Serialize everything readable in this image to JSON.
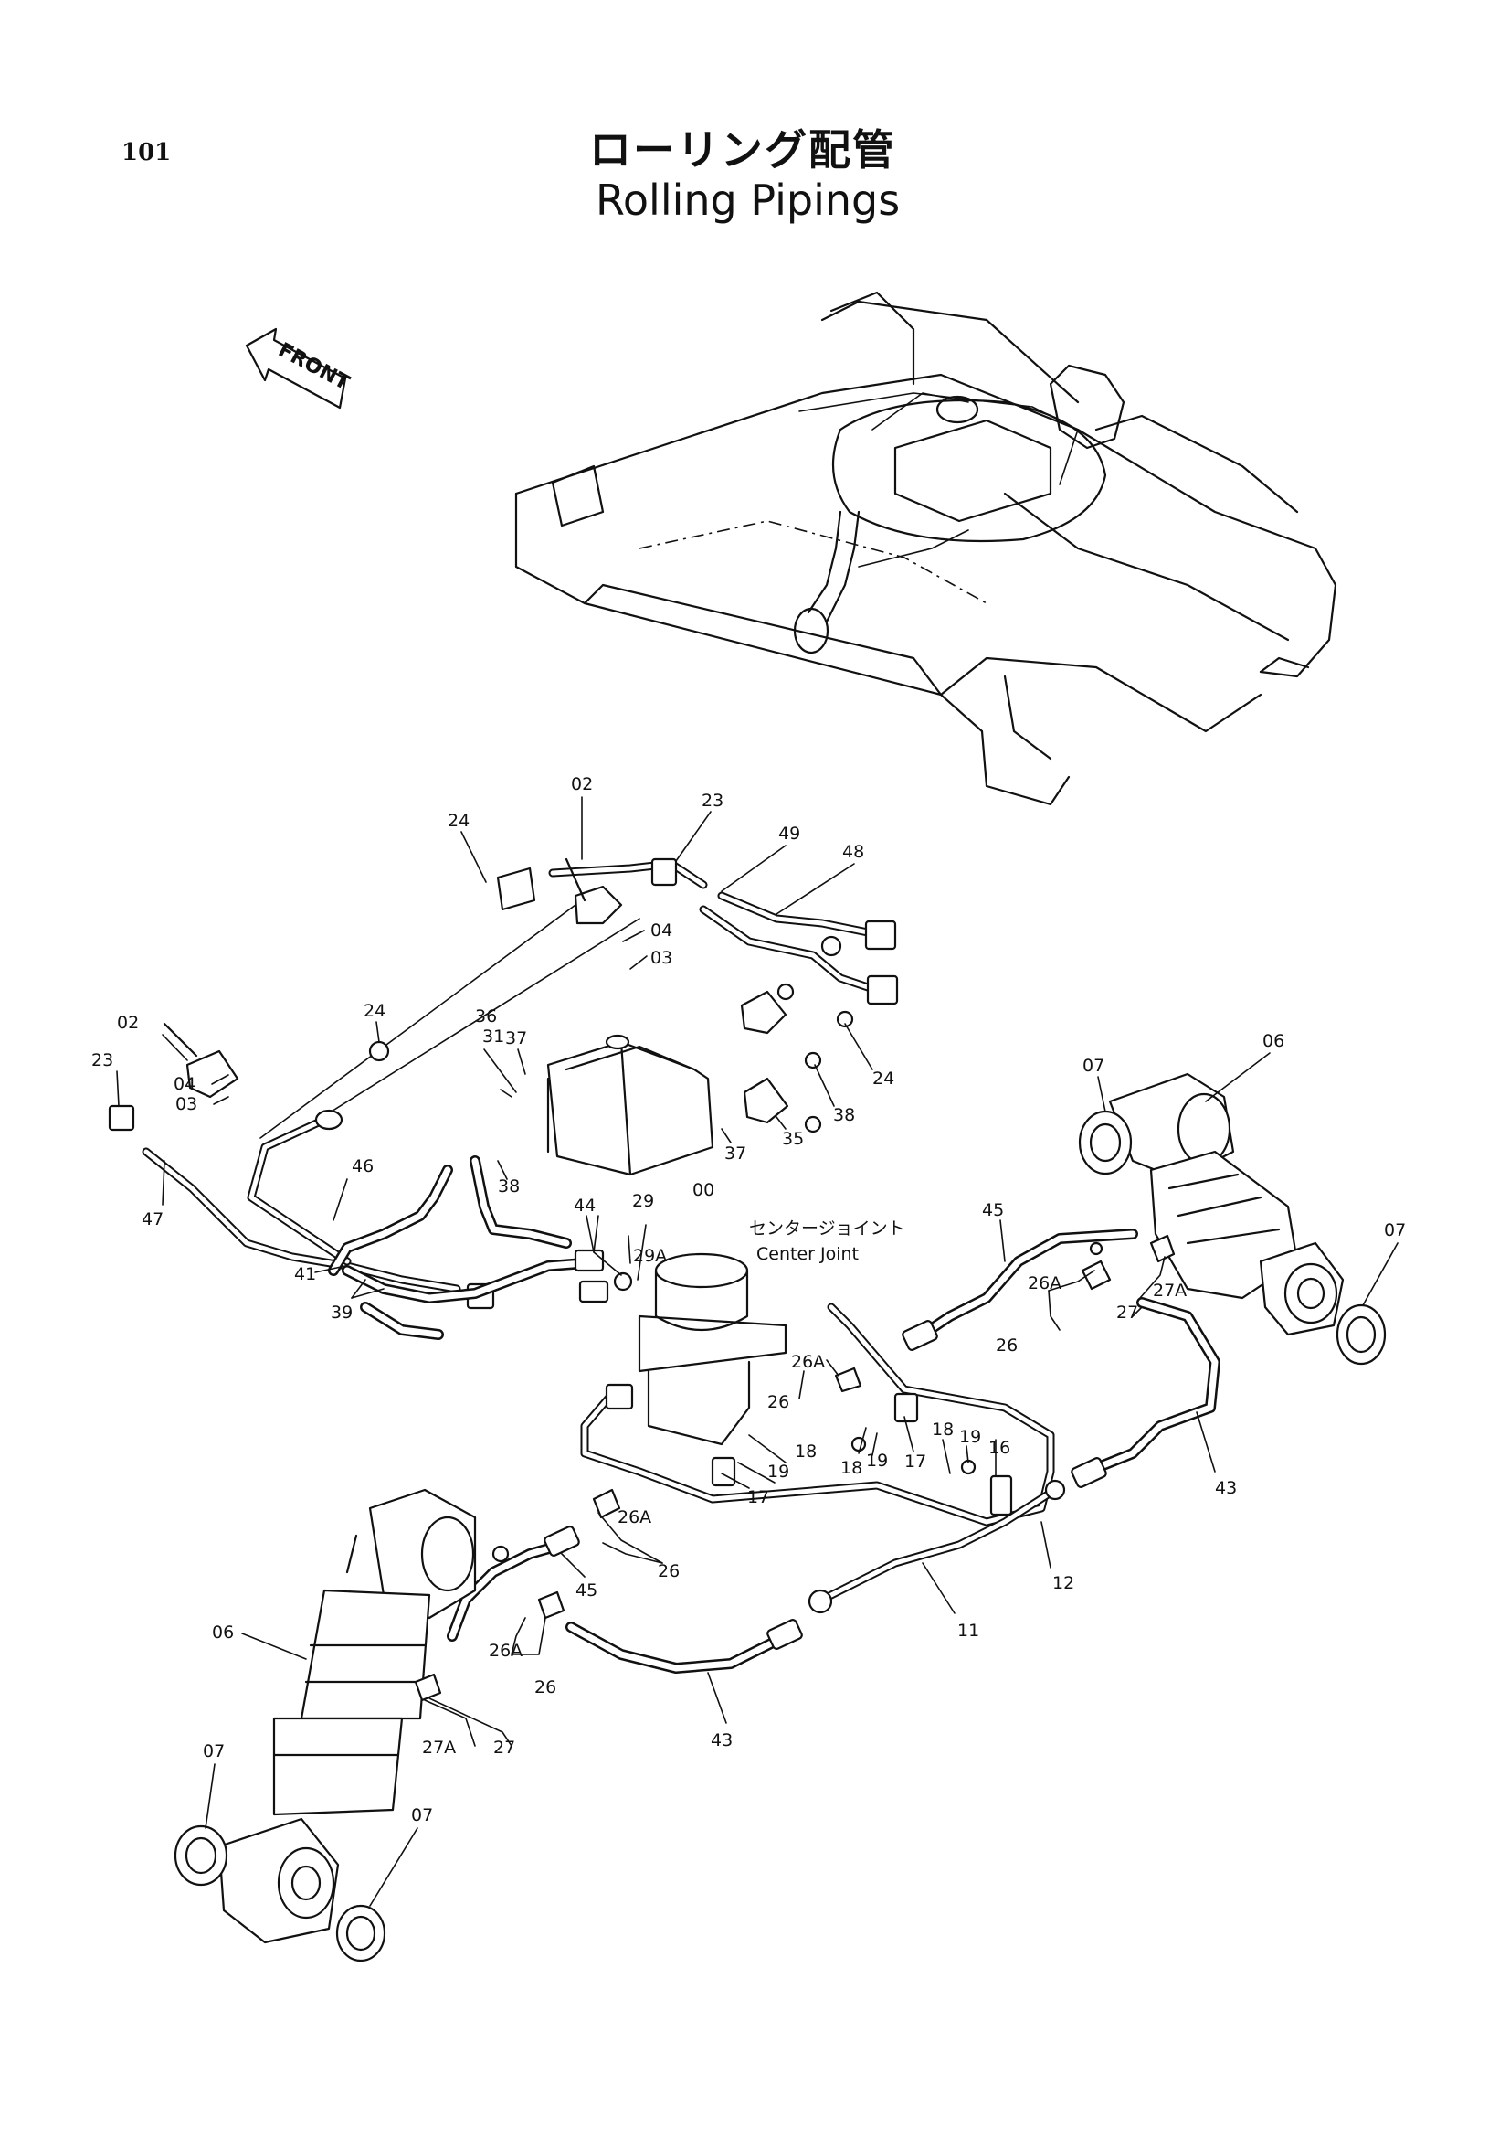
{
  "page": {
    "number": "101"
  },
  "title": {
    "japanese": "ローリング配管",
    "english": "Rolling Pipings"
  },
  "front_marker": {
    "label": "FRONT"
  },
  "center_joint": {
    "japanese": "センタージョイント",
    "english": "Center Joint"
  },
  "callouts": [
    {
      "id": "c-02-a",
      "label": "02"
    },
    {
      "id": "c-24-a",
      "label": "24"
    },
    {
      "id": "c-23-a",
      "label": "23"
    },
    {
      "id": "c-49",
      "label": "49"
    },
    {
      "id": "c-48",
      "label": "48"
    },
    {
      "id": "c-04-a",
      "label": "04"
    },
    {
      "id": "c-03-a",
      "label": "03"
    },
    {
      "id": "c-02-b",
      "label": "02"
    },
    {
      "id": "c-23-b",
      "label": "23"
    },
    {
      "id": "c-04-b",
      "label": "04"
    },
    {
      "id": "c-03-b",
      "label": "03"
    },
    {
      "id": "c-24-b",
      "label": "24"
    },
    {
      "id": "c-31",
      "label": "31"
    },
    {
      "id": "c-36",
      "label": "36"
    },
    {
      "id": "c-37-a",
      "label": "37"
    },
    {
      "id": "c-24-c",
      "label": "24"
    },
    {
      "id": "c-38-a",
      "label": "38"
    },
    {
      "id": "c-35",
      "label": "35"
    },
    {
      "id": "c-37-b",
      "label": "37"
    },
    {
      "id": "c-00",
      "label": "00"
    },
    {
      "id": "c-06-a",
      "label": "06"
    },
    {
      "id": "c-07-a",
      "label": "07"
    },
    {
      "id": "c-07-b",
      "label": "07"
    },
    {
      "id": "c-46",
      "label": "46"
    },
    {
      "id": "c-38-b",
      "label": "38"
    },
    {
      "id": "c-44",
      "label": "44"
    },
    {
      "id": "c-29",
      "label": "29"
    },
    {
      "id": "c-29a",
      "label": "29A"
    },
    {
      "id": "c-45-a",
      "label": "45"
    },
    {
      "id": "c-47",
      "label": "47"
    },
    {
      "id": "c-41",
      "label": "41"
    },
    {
      "id": "c-39",
      "label": "39"
    },
    {
      "id": "c-26a-a",
      "label": "26A"
    },
    {
      "id": "c-27a-a",
      "label": "27A"
    },
    {
      "id": "c-27-a",
      "label": "27"
    },
    {
      "id": "c-26-a",
      "label": "26"
    },
    {
      "id": "c-26a-b",
      "label": "26A"
    },
    {
      "id": "c-26-b",
      "label": "26"
    },
    {
      "id": "c-18-a",
      "label": "18"
    },
    {
      "id": "c-19-a",
      "label": "19"
    },
    {
      "id": "c-17-a",
      "label": "17"
    },
    {
      "id": "c-18-b",
      "label": "18"
    },
    {
      "id": "c-19-b",
      "label": "19"
    },
    {
      "id": "c-16",
      "label": "16"
    },
    {
      "id": "c-18-c",
      "label": "18"
    },
    {
      "id": "c-19-c",
      "label": "19"
    },
    {
      "id": "c-17-b",
      "label": "17"
    },
    {
      "id": "c-43-a",
      "label": "43"
    },
    {
      "id": "c-26a-c",
      "label": "26A"
    },
    {
      "id": "c-26-c",
      "label": "26"
    },
    {
      "id": "c-45-b",
      "label": "45"
    },
    {
      "id": "c-12",
      "label": "12"
    },
    {
      "id": "c-11",
      "label": "11"
    },
    {
      "id": "c-06-b",
      "label": "06"
    },
    {
      "id": "c-26a-d",
      "label": "26A"
    },
    {
      "id": "c-26-d",
      "label": "26"
    },
    {
      "id": "c-27a-b",
      "label": "27A"
    },
    {
      "id": "c-27-b",
      "label": "27"
    },
    {
      "id": "c-43-b",
      "label": "43"
    },
    {
      "id": "c-07-c",
      "label": "07"
    },
    {
      "id": "c-07-d",
      "label": "07"
    }
  ]
}
